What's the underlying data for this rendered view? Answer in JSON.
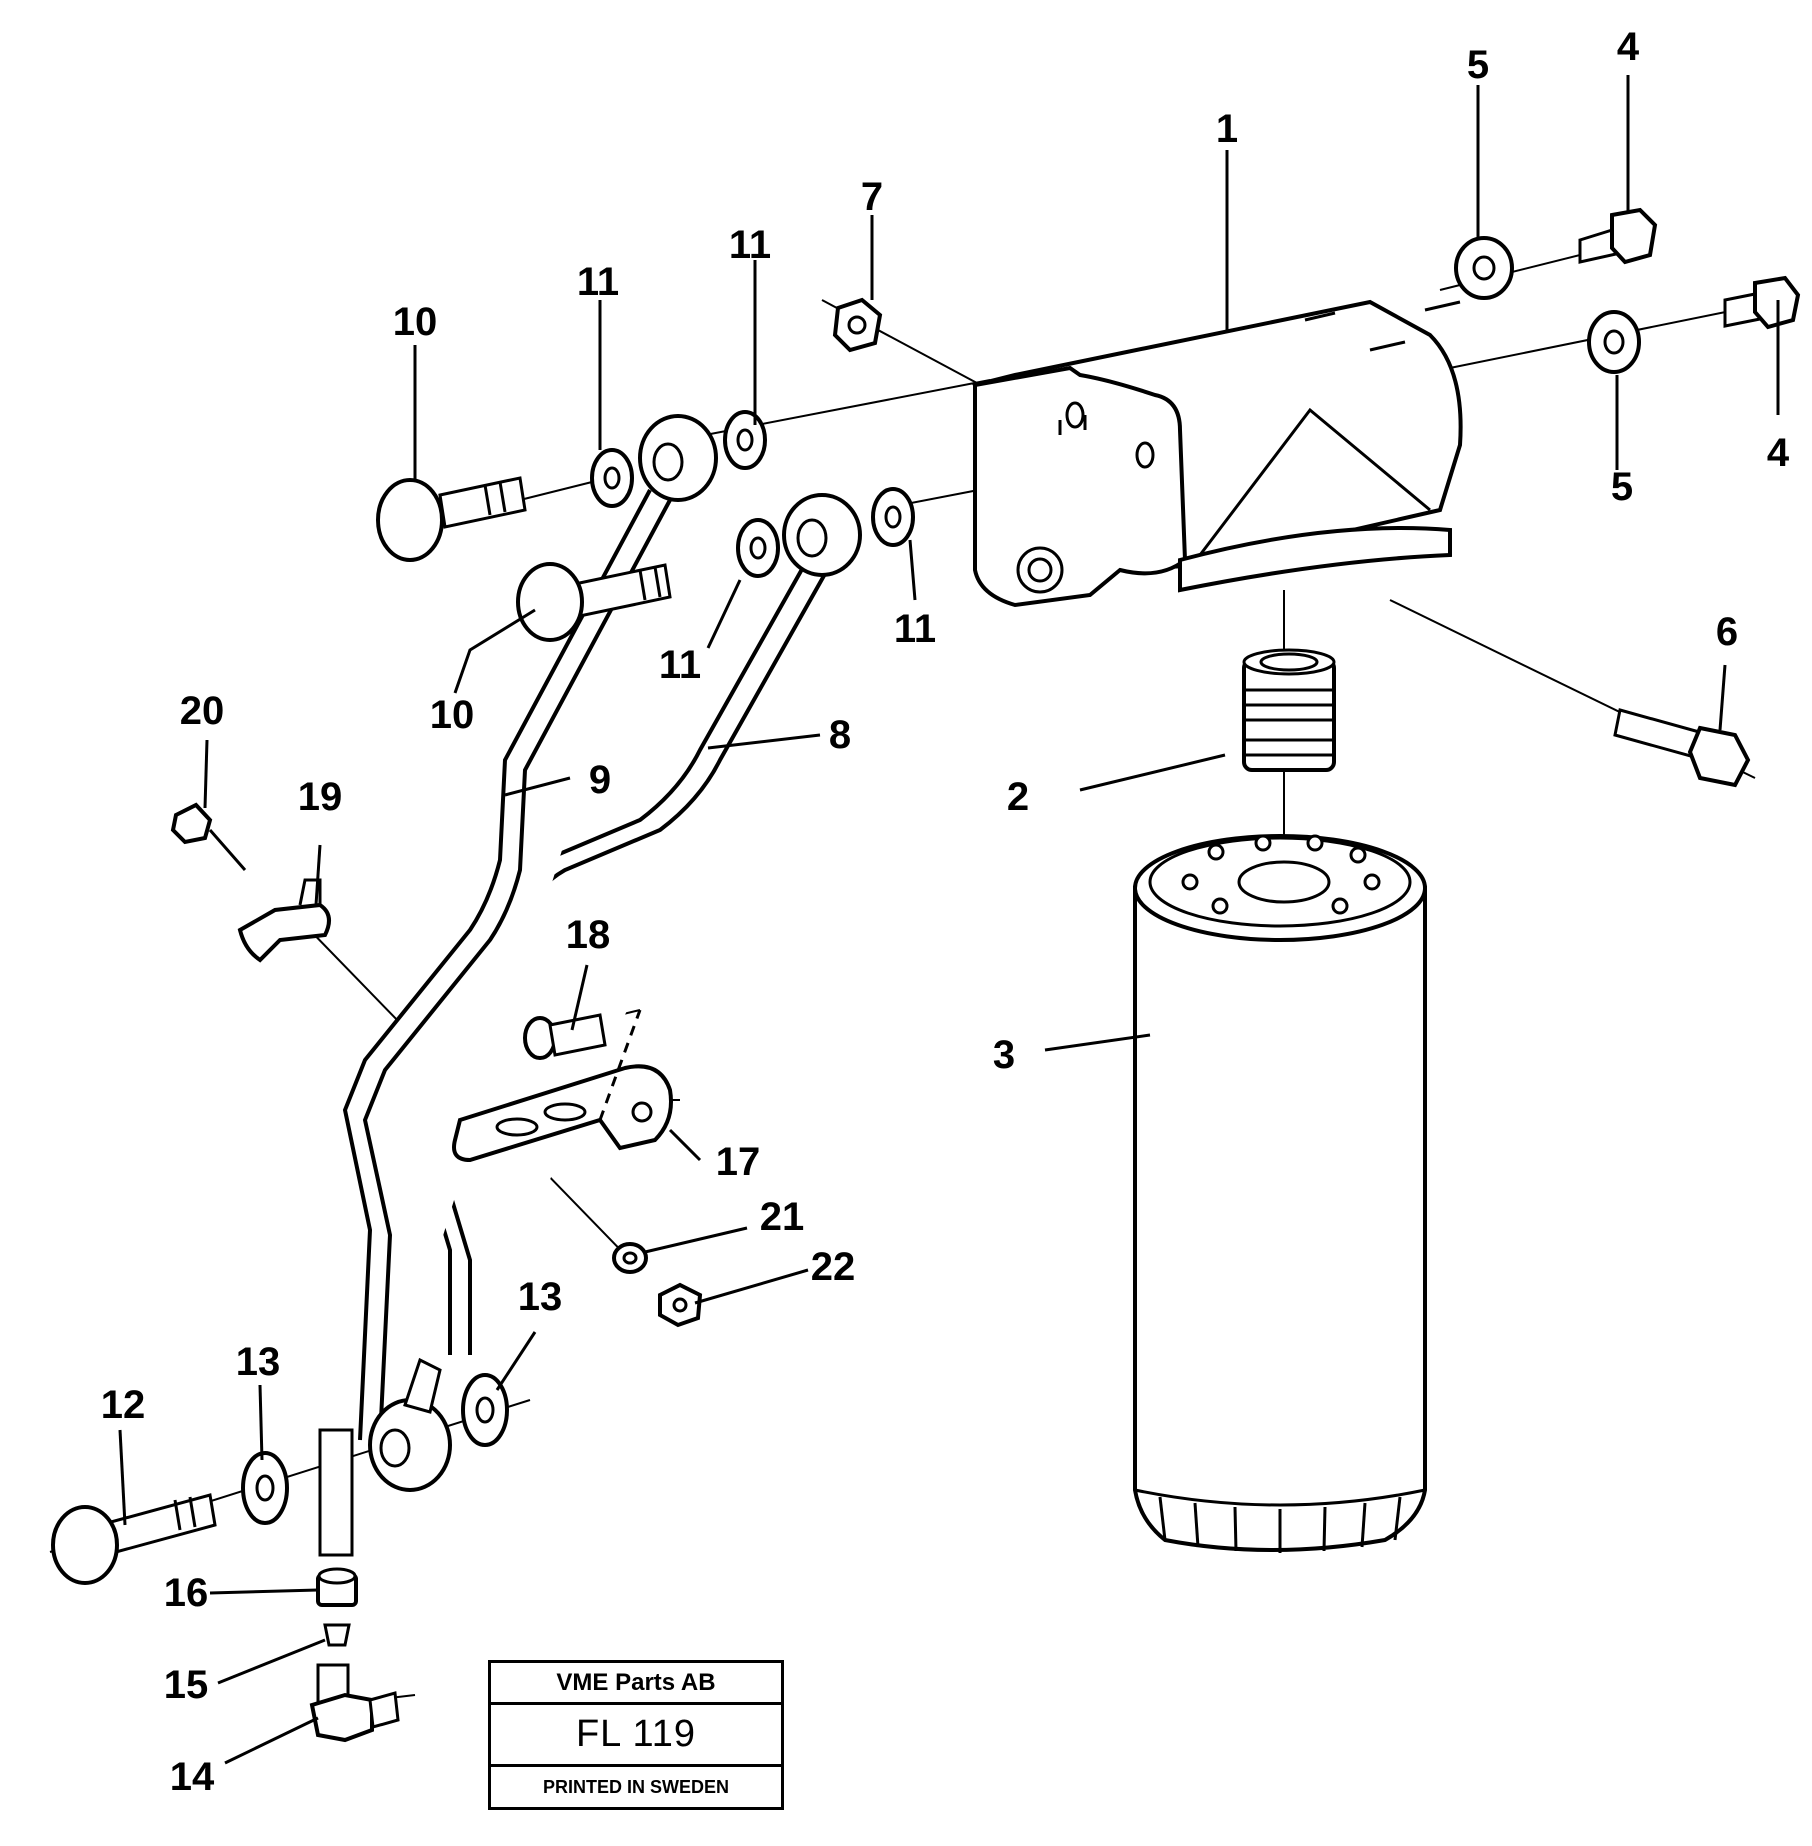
{
  "diagram": {
    "callouts": [
      "1",
      "2",
      "3",
      "4",
      "4",
      "5",
      "5",
      "6",
      "7",
      "8",
      "9",
      "10",
      "10",
      "11",
      "11",
      "11",
      "11",
      "12",
      "13",
      "13",
      "14",
      "15",
      "16",
      "17",
      "18",
      "19",
      "20",
      "21",
      "22"
    ]
  },
  "title_block": {
    "company": "VME Parts AB",
    "code": "FL 119",
    "printed": "PRINTED IN SWEDEN"
  }
}
